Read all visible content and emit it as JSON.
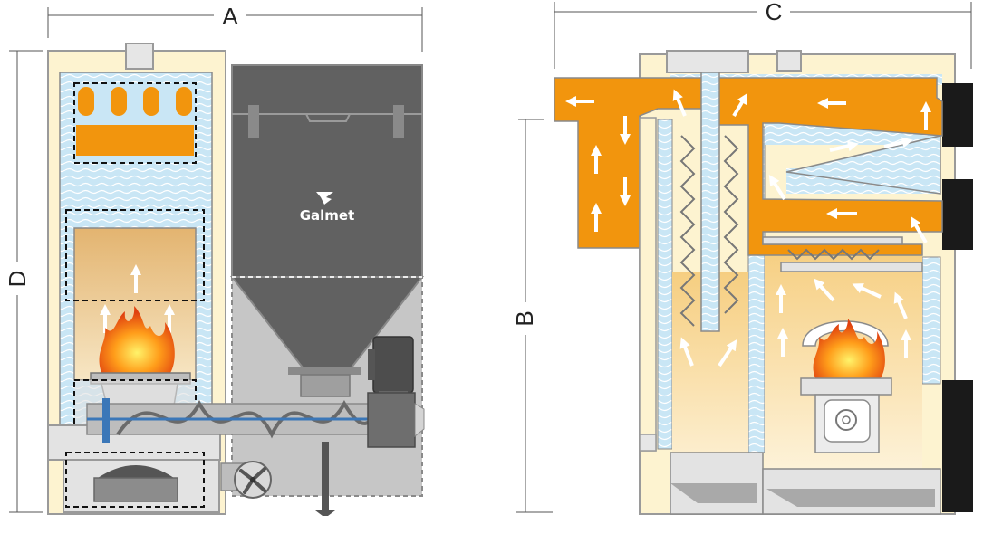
{
  "dimensions": {
    "a": "A",
    "b": "B",
    "c": "C",
    "d": "D"
  },
  "brand": {
    "name": "Galmet"
  },
  "colors": {
    "cream": "#fdf3d0",
    "water": "#c9e6f5",
    "flue": "#f2950d",
    "hopper": "#616161",
    "hopper_light": "#c6c6c6",
    "outline": "#8a8a8a",
    "steel": "#9a9a9a",
    "black": "#1a1a1a"
  }
}
